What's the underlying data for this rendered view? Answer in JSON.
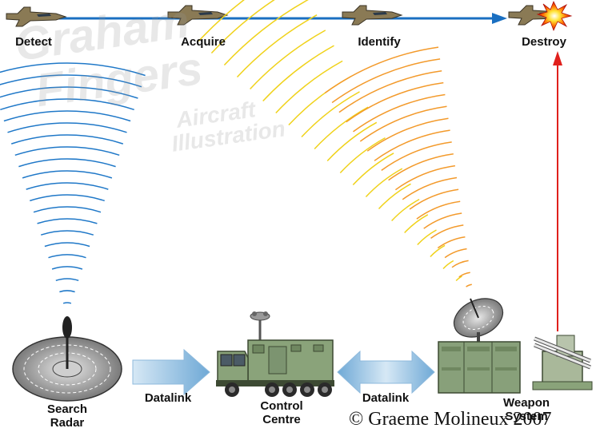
{
  "stages": [
    "Detect",
    "Acquire",
    "Identify",
    "Destroy"
  ],
  "components": {
    "search_radar": "Search\nRadar",
    "control_centre": "Control\nCentre",
    "weapon_system": "Weapon\nSystem"
  },
  "links": [
    "Datalink",
    "Datalink"
  ],
  "watermark": {
    "line1": "Graham",
    "line2": "Fingers",
    "line3": "Aircraft",
    "line4": "Illustration"
  },
  "copyright": "© Graeme Molineux 2007",
  "colors": {
    "flight_path": "#1a6fc1",
    "search_wave": "#1f78c8",
    "acquire_wave": "#f0d21a",
    "identify_wave": "#f39a2b",
    "guidance_beam": "#e0201c",
    "datalink_arrow": "#a9cde8",
    "vehicle": "#8aa37a"
  }
}
